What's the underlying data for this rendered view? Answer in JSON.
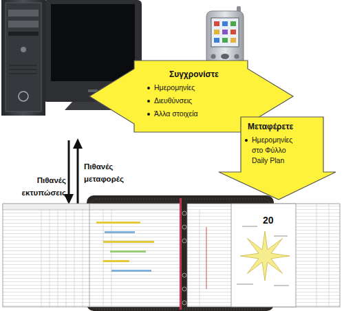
{
  "diagram": {
    "nodes": [
      {
        "text": [
          "Συγχρονίστε",
          "Ημερομηνίες",
          "Διευθύνσεις",
          "Άλλα στοιχεία"
        ]
      },
      {
        "text": [
          "Μεταφέρετε",
          "Ημερομηνίες στο Φύλλο Daily Plan"
        ]
      }
    ],
    "labels": [
      "Πιθανές εκτυπώσεις",
      "Πιθανές μεταφορές",
      "20"
    ]
  }
}
